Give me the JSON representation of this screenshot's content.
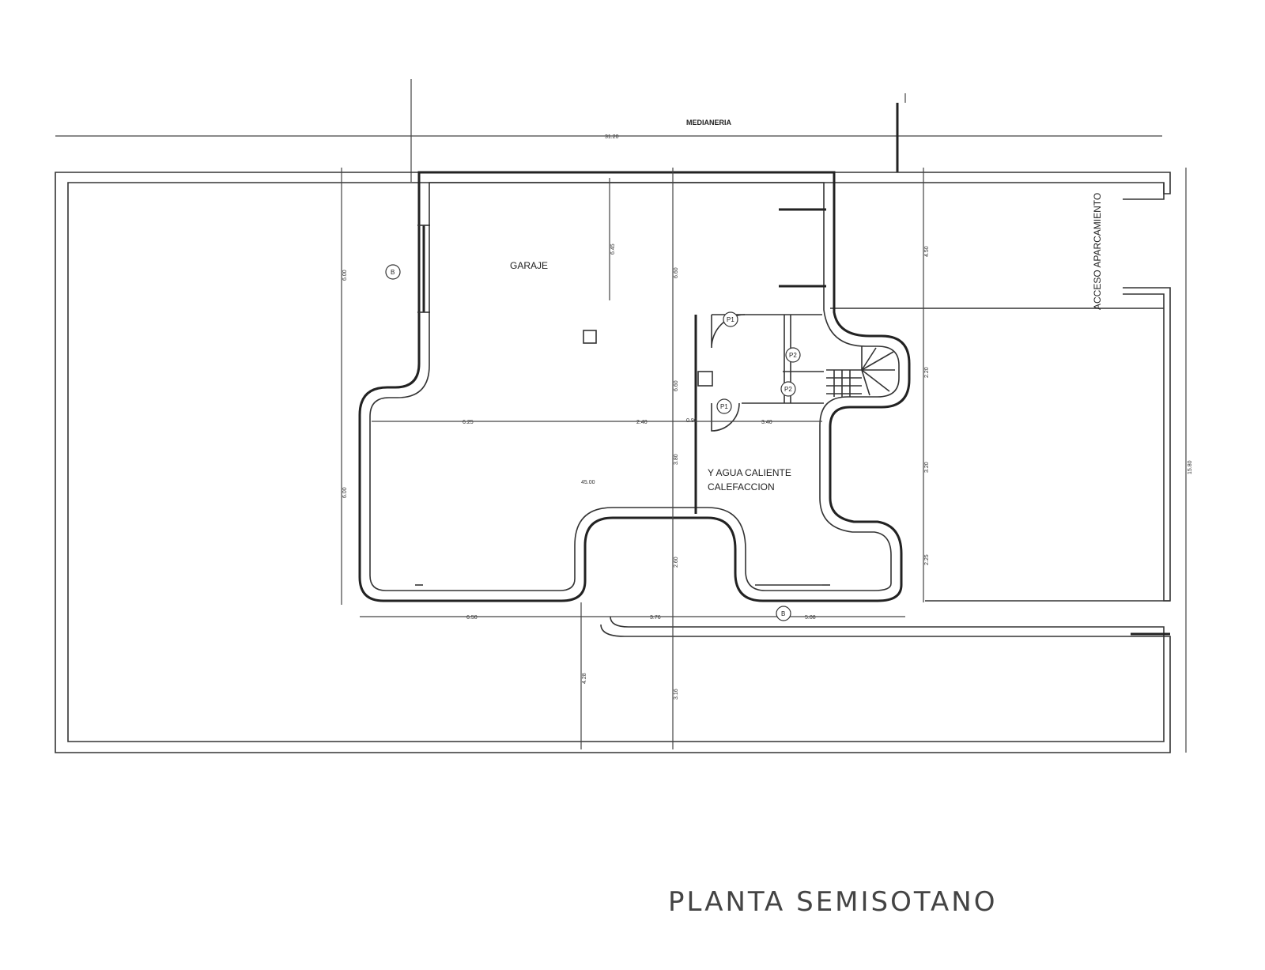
{
  "plan": {
    "title": "PLANTA SEMISOTANO",
    "boundary_label": "MEDIANERIA",
    "access_label": "ACCESO APARCAMIENTO",
    "rooms": {
      "garage": "GARAJE",
      "heating_line1": "Y AGUA CALIENTE",
      "heating_line2": "CALEFACCION",
      "area": "45.00"
    },
    "dimensions": {
      "total_width": "31.20",
      "total_depth": "15.80",
      "left_height_top": "6.00",
      "left_height_bottom": "6.00",
      "garage_height": "6.45",
      "center_height_top": "6.60",
      "center_height_mid": "6.60",
      "center_height_lower": "3.80",
      "center_height_bottom": "2.60",
      "center_height_base": "3.16",
      "right_height_top": "4.50",
      "right_height_mid1": "2.20",
      "right_height_mid2": "3.20",
      "right_height_low": "2.25",
      "lower_left_height": "4.28",
      "mid_width_left": "6.25",
      "mid_width_center": "2.40",
      "mid_width_small": "0.90",
      "mid_width_right": "3.40",
      "bottom_width_left": "6.50",
      "bottom_width_center": "3.76",
      "bottom_width_right": "5.08"
    },
    "tags": [
      "B",
      "P1",
      "P1",
      "P2",
      "P2",
      "B"
    ]
  }
}
